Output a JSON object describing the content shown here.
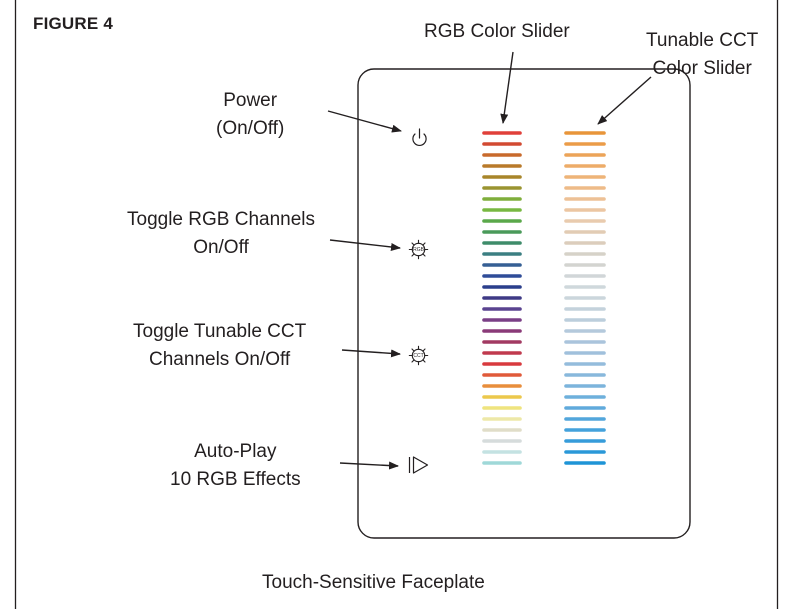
{
  "figure": {
    "title": "FIGURE 4"
  },
  "callouts": {
    "rgb_slider": "RGB Color Slider",
    "cct_slider": {
      "line1": "Tunable CCT",
      "line2": "Color Slider"
    },
    "power": {
      "line1": "Power",
      "line2": "(On/Off)"
    },
    "toggle_rgb": {
      "line1": "Toggle RGB Channels",
      "line2": "On/Off"
    },
    "toggle_cct": {
      "line1": "Toggle Tunable CCT",
      "line2": "Channels On/Off"
    },
    "autoplay": {
      "line1": "Auto-Play",
      "line2": "10 RGB Effects"
    }
  },
  "icons": {
    "power": "power-icon",
    "rgb": {
      "name": "rgb-toggle-icon",
      "text": "RGB"
    },
    "cct": {
      "name": "cct-toggle-icon",
      "text": "CCT"
    },
    "play": "autoplay-icon"
  },
  "caption": "Touch-Sensitive Faceplate",
  "rgb_slider_colors": [
    "#e0403a",
    "#d24a32",
    "#c86a2c",
    "#b97a2a",
    "#a8862a",
    "#9a9430",
    "#7fae3c",
    "#78b842",
    "#5aa84a",
    "#4a9a5a",
    "#3e8c6a",
    "#3b7f82",
    "#355f94",
    "#2f4c98",
    "#2b3f8c",
    "#3f3a86",
    "#5a4390",
    "#7a3f86",
    "#8a3a78",
    "#a23a62",
    "#c03a4e",
    "#d83a3e",
    "#e05a3a",
    "#e88e3c",
    "#ecc84c",
    "#efe47e",
    "#ede8a8",
    "#e0ddc8",
    "#d6dcdc",
    "#c4e2e2",
    "#9fd8d8"
  ],
  "cct_slider_colors": [
    "#e8953a",
    "#eb9c48",
    "#eca458",
    "#edac68",
    "#eeb478",
    "#eebb88",
    "#edc196",
    "#ecc6a2",
    "#e9cbae",
    "#e2ccb4",
    "#dccdbc",
    "#d6d2c8",
    "#d3d4d0",
    "#d1d6d8",
    "#cfd8dc",
    "#cbd6dc",
    "#c4d2dc",
    "#bccedc",
    "#b4c9dc",
    "#aac4dc",
    "#a0c0dc",
    "#94bcdc",
    "#88b8dc",
    "#7cb4dc",
    "#6eb0dc",
    "#60aadc",
    "#52a6dc",
    "#44a2dc",
    "#369cda",
    "#2a98d8",
    "#1e94d6"
  ]
}
